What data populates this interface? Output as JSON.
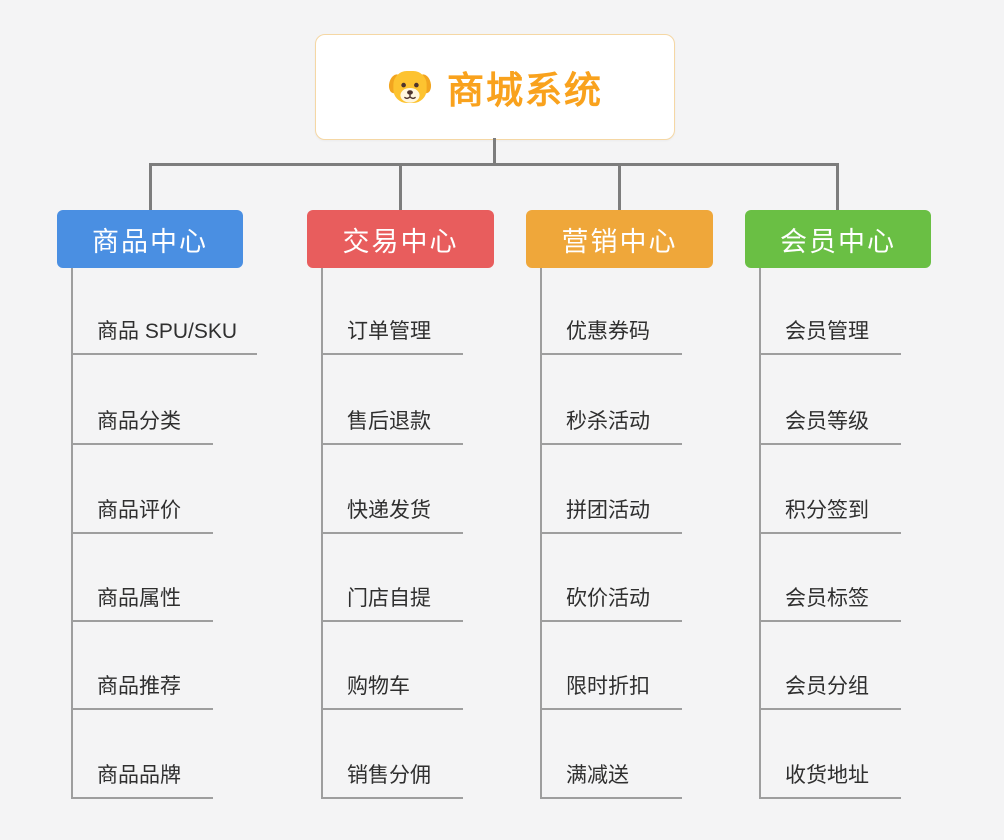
{
  "root": {
    "title": "商城系统",
    "icon": "dog-face-icon",
    "accent_color": "#f9a21d",
    "border_color": "#f5d7a4"
  },
  "connector": {
    "main_color": "#7d7d7d",
    "child_color": "#9e9e9e"
  },
  "background_color": "#f4f4f5",
  "branches": [
    {
      "label": "商品中心",
      "color": "#4a8fe2",
      "children": [
        "商品 SPU/SKU",
        "商品分类",
        "商品评价",
        "商品属性",
        "商品推荐",
        "商品品牌"
      ]
    },
    {
      "label": "交易中心",
      "color": "#e85d5d",
      "children": [
        "订单管理",
        "售后退款",
        "快递发货",
        "门店自提",
        "购物车",
        "销售分佣"
      ]
    },
    {
      "label": "营销中心",
      "color": "#efa73a",
      "children": [
        "优惠券码",
        "秒杀活动",
        "拼团活动",
        "砍价活动",
        "限时折扣",
        "满减送"
      ]
    },
    {
      "label": "会员中心",
      "color": "#6abf44",
      "children": [
        "会员管理",
        "会员等级",
        "积分签到",
        "会员标签",
        "会员分组",
        "收货地址"
      ]
    }
  ]
}
